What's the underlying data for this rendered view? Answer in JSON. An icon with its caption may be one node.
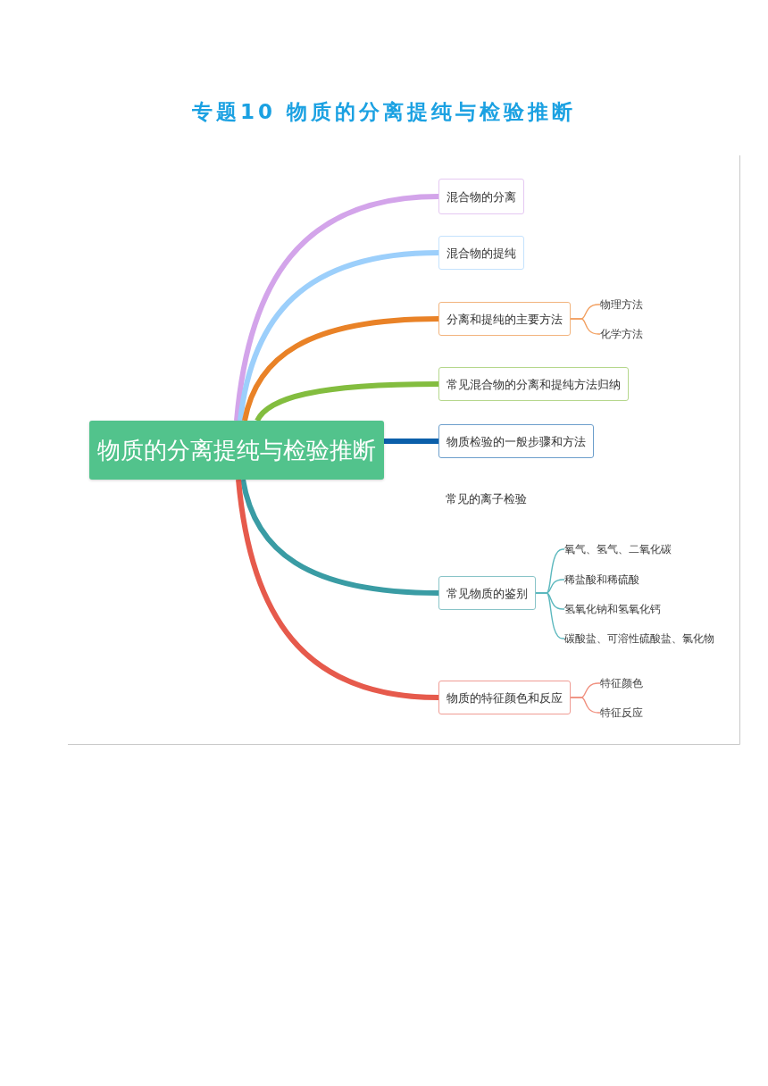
{
  "diagram": {
    "title": "专题10 物质的分离提纯与检验推断",
    "nodes": [
      {
        "text": [
          "物质的分离提纯与检验推断"
        ]
      },
      {
        "text": [
          "混合物的分离"
        ]
      },
      {
        "text": [
          "混合物的提纯"
        ]
      },
      {
        "text": [
          "分离和提纯的主要方法"
        ]
      },
      {
        "text": [
          "物理方法"
        ]
      },
      {
        "text": [
          "化学方法"
        ]
      },
      {
        "text": [
          "常见混合物的分离和提纯方法归纳"
        ]
      },
      {
        "text": [
          "物质检验的一般步骤和方法"
        ]
      },
      {
        "text": [
          "常见物质的鉴别"
        ]
      },
      {
        "text": [
          "氧气、氢气、二氧化碳"
        ]
      },
      {
        "text": [
          "稀盐酸和稀硫酸"
        ]
      },
      {
        "text": [
          "氢氧化钠和氢氧化钙"
        ]
      },
      {
        "text": [
          "碳酸盐、可溶性硫酸盐、氯化物"
        ]
      },
      {
        "text": [
          "物质的特征颜色和反应"
        ]
      },
      {
        "text": [
          "特征颜色"
        ]
      },
      {
        "text": [
          "特征反应"
        ]
      }
    ],
    "edges": [
      {
        "from": 0,
        "to": 1,
        "arrow": "none",
        "style": "thick",
        "color": "#d3a4ea"
      },
      {
        "from": 0,
        "to": 2,
        "arrow": "none",
        "style": "thick",
        "color": "#9ccffb"
      },
      {
        "from": 0,
        "to": 3,
        "arrow": "none",
        "style": "thick",
        "color": "#e98227"
      },
      {
        "from": 3,
        "to": 4,
        "arrow": "none",
        "color": "#f2a061"
      },
      {
        "from": 3,
        "to": 5,
        "arrow": "none",
        "color": "#f2a061"
      },
      {
        "from": 0,
        "to": 6,
        "arrow": "none",
        "style": "thick",
        "color": "#83bd3f"
      },
      {
        "from": 0,
        "to": 7,
        "arrow": "none",
        "style": "thick",
        "color": "#0b5faa"
      },
      {
        "from": 0,
        "to": 8,
        "arrow": "none",
        "style": "thick",
        "color": "#3a9ca4"
      },
      {
        "from": 8,
        "to": 9,
        "arrow": "none",
        "color": "#5cb8be"
      },
      {
        "from": 8,
        "to": 10,
        "arrow": "none",
        "color": "#5cb8be"
      },
      {
        "from": 8,
        "to": 11,
        "arrow": "none",
        "color": "#5cb8be"
      },
      {
        "from": 8,
        "to": 12,
        "arrow": "none",
        "color": "#5cb8be"
      },
      {
        "from": 0,
        "to": 13,
        "arrow": "none",
        "style": "thick",
        "color": "#e65a4c"
      },
      {
        "from": 13,
        "to": 14,
        "arrow": "none",
        "color": "#f0907f"
      },
      {
        "from": 13,
        "to": 15,
        "arrow": "none",
        "color": "#f0907f"
      }
    ],
    "labels": [
      "常见的离子检验"
    ]
  }
}
